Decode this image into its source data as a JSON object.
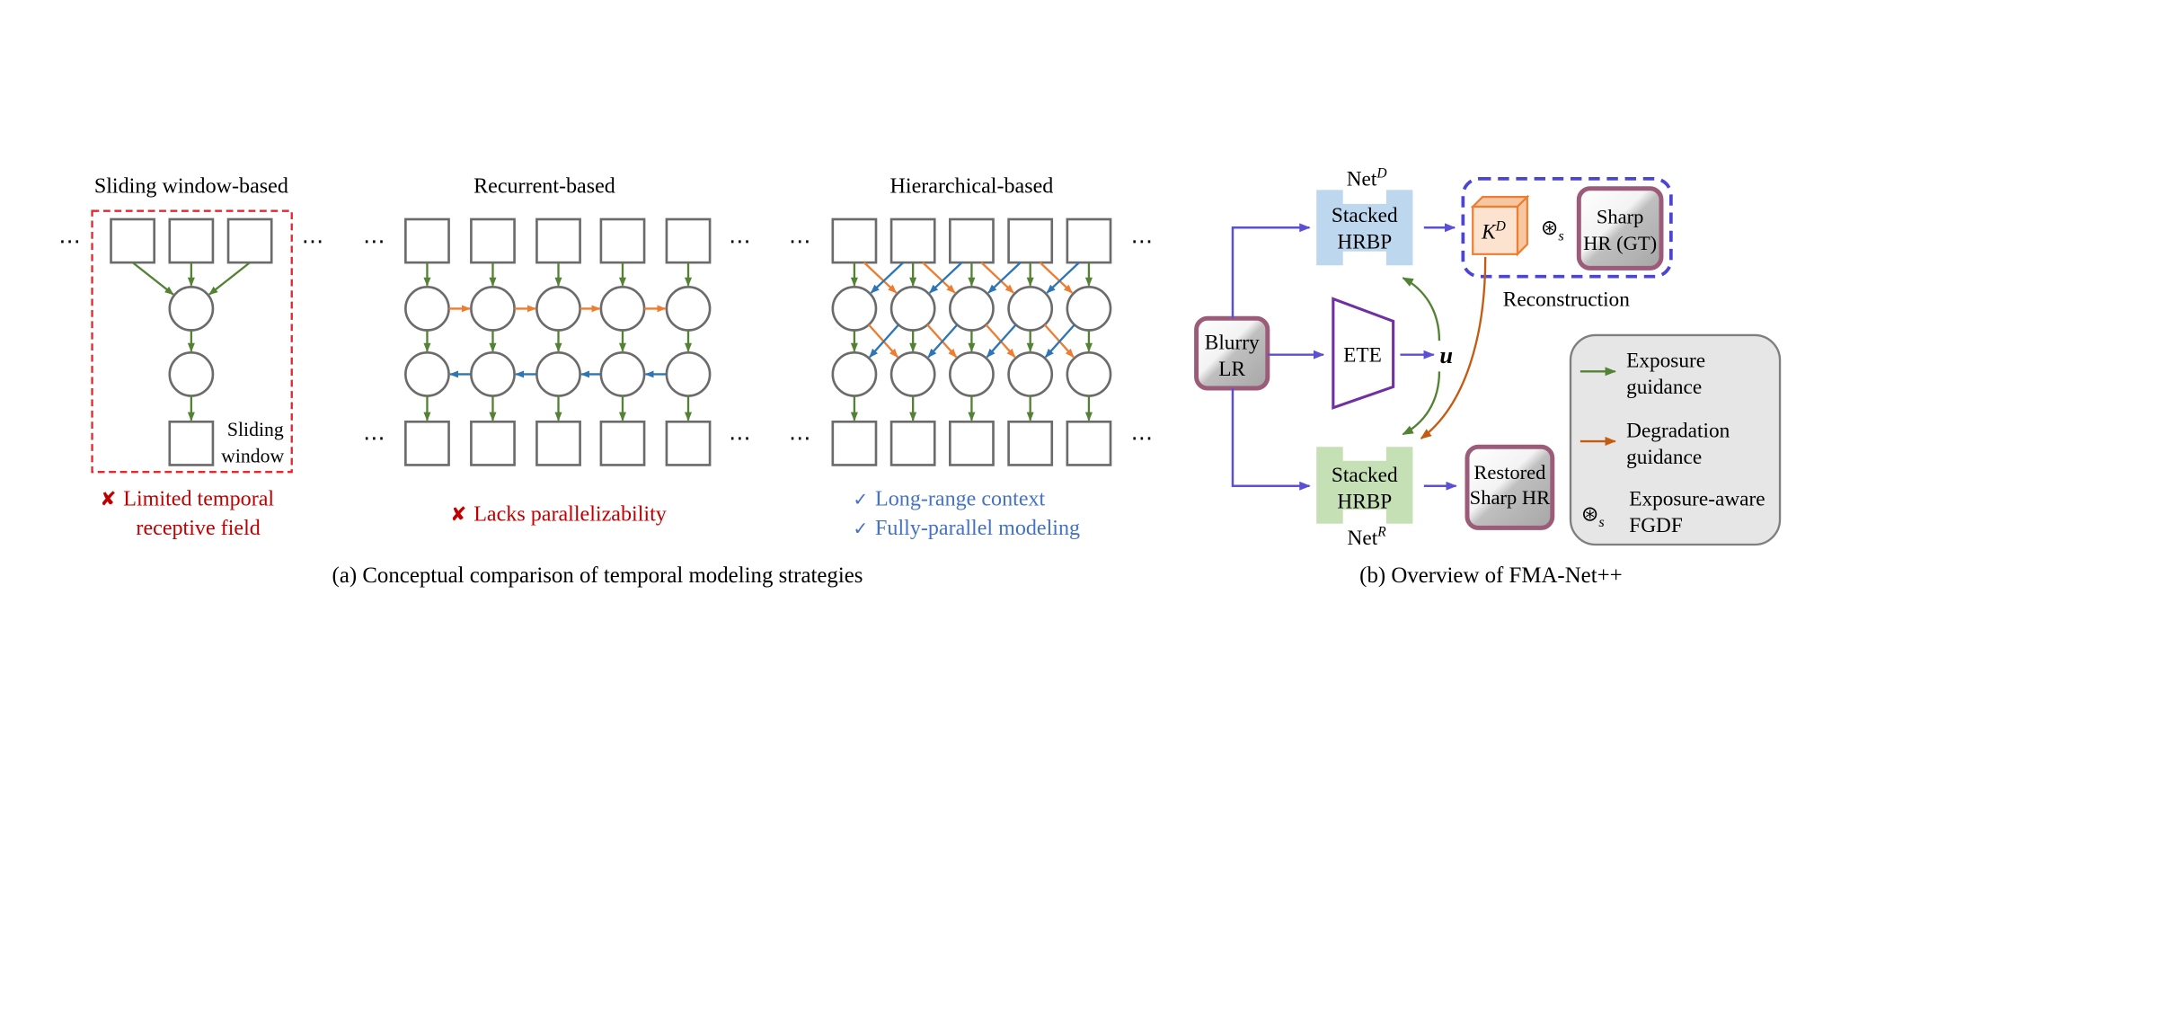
{
  "panel_a": {
    "caption": "(a) Conceptual comparison of temporal modeling strategies",
    "ellipsis": "⋯",
    "sliding_window": {
      "title": "Sliding window-based",
      "window_label": [
        "Sliding",
        "window"
      ],
      "limitation_mark": "✘",
      "limitation": [
        "Limited temporal",
        "receptive field"
      ]
    },
    "recurrent": {
      "title": "Recurrent-based",
      "limitation_mark": "✘",
      "limitation": "Lacks parallelizability"
    },
    "hierarchical": {
      "title": "Hierarchical-based",
      "advantage_mark": "✓",
      "advantages": [
        "Long-range context",
        "Fully-parallel modeling"
      ]
    }
  },
  "panel_b": {
    "caption": "(b) Overview of FMA-Net++",
    "input": [
      "Blurry",
      "LR"
    ],
    "net_d": {
      "base": "Net",
      "sup": "D"
    },
    "net_r": {
      "base": "Net",
      "sup": "R"
    },
    "stacked_hrbp": [
      "Stacked",
      "HRBP"
    ],
    "ete": "ETE",
    "exposure_variable": "u",
    "kernel": {
      "base": "K",
      "sup": "D"
    },
    "operator": {
      "symbol": "⊛",
      "sub": "s"
    },
    "sharp_gt": [
      "Sharp",
      "HR (GT)"
    ],
    "reconstruction": "Reconstruction",
    "restored": [
      "Restored",
      "Sharp HR"
    ],
    "legend": {
      "exposure_guidance": [
        "Exposure",
        "guidance"
      ],
      "degradation_guidance": [
        "Degradation",
        "guidance"
      ],
      "exposure_aware_fgdf": [
        "Exposure-aware",
        "FGDF"
      ]
    }
  },
  "colors": {
    "green": "#548235",
    "orange": "#ed7d31",
    "blue": "#2e75b6",
    "purple": "#5b4fd6",
    "degradation": "#c55a11",
    "red": "#c00000",
    "text_blue": "#4472c4",
    "window": "#e8262c",
    "hrbp_d": "#bdd7ee",
    "hrbp_r": "#c5e0b4",
    "ete": "#7030a0",
    "image_border": "#9c5b79",
    "recon": "#4b45d6",
    "legend_fill": "#e7e6e6"
  }
}
